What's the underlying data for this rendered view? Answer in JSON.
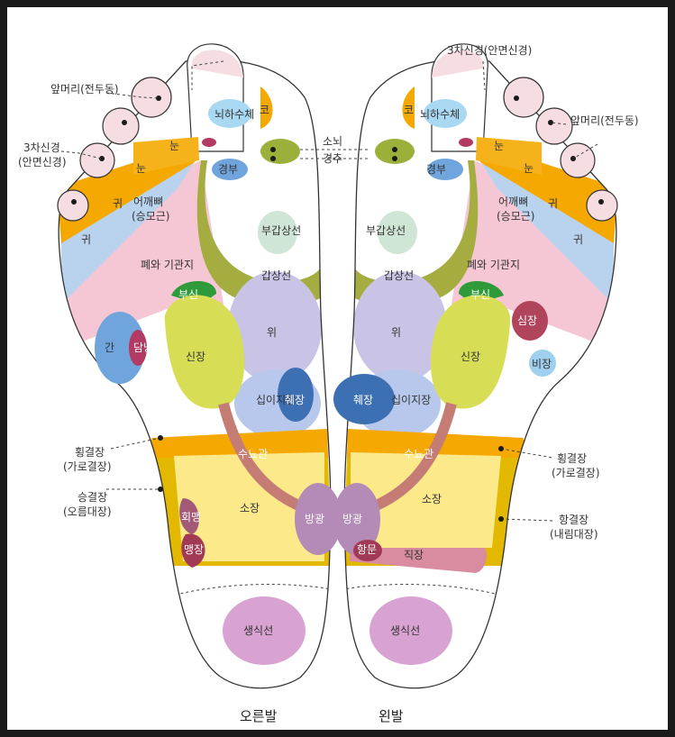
{
  "captions": {
    "right_foot": "오른발",
    "left_foot": "왼발"
  },
  "callouts": {
    "apmeori_left": "앞머리(전두동)",
    "samcha_left_1": "3차신경",
    "samcha_left_2": "(안면신경)",
    "samcha_right": "3차신경(안면신경)",
    "apmeori_right": "앞머리(전두동)",
    "sonoe": "소뇌",
    "gyeongchu": "경추",
    "hoenggyeol_left_1": "횡결장",
    "hoenggyeol_left_2": "(가로결장)",
    "seunggyeol_1": "승결장",
    "seunggyeol_2": "(오름대장)",
    "hoenggyeol_right_1": "횡결장",
    "hoenggyeol_right_2": "(가로결장)",
    "hanggyeol_1": "항결장",
    "hanggyeol_2": "(내림대장)"
  },
  "zones": {
    "nwahasuche": "뇌하수체",
    "ko": "코",
    "nun": "눈",
    "gwi": "귀",
    "eokkae_1": "어깨뼈",
    "eokkae_2": "(승모근)",
    "pye": "폐와 기관지",
    "gyeongbu": "경부",
    "bugapsangseon": "부갑상선",
    "gapsangseon": "갑상선",
    "busin": "부신",
    "wi": "위",
    "gan": "간",
    "dam": "담낭",
    "sinjang": "신장",
    "sibijijang": "십이지장",
    "chwejang": "췌장",
    "sunyogwan": "수뇨관",
    "sojang": "소장",
    "banggwang": "방광",
    "hoemaek": "회맹",
    "maengjang": "맹장",
    "simjang": "심장",
    "bijang": "비장",
    "hangmun": "항문",
    "jikjang": "직장",
    "saengsikseon": "생식선"
  },
  "colors": {
    "toe_pink": "#f6dde2",
    "sinus_dot": "#1a1a1a",
    "ear_orange": "#f5a800",
    "eye_orange": "#f5b21b",
    "shoulder_blue": "#b9d3ef",
    "lung_pink": "#f5c6d3",
    "pituitary_lightblue": "#a9d8f3",
    "nose_orange": "#f5a800",
    "cerebellum_olive": "#9ab03a",
    "thyroid_olive": "#a6ad40",
    "neck_blue": "#6fa4dc",
    "parathyroid_mint": "#cfe5d6",
    "adrenal_green": "#2e9a3a",
    "kidney_yellowgreen": "#d7de55",
    "stomach_lavender": "#c9c3e6",
    "duodenum_lightblue": "#b7c8ec",
    "pancreas_blue": "#3d6fb3",
    "liver_blue": "#6fa4dc",
    "gallbladder_maroon": "#b23a63",
    "colon_orange": "#f5a800",
    "colon_gold": "#e2b800",
    "intestine_yellow": "#fbe98a",
    "ureter_brown": "#c47c74",
    "bladder_mauve": "#b48ab7",
    "appendix_maroon": "#a33a55",
    "heart_maroon": "#b0445a",
    "spleen_lightblue": "#9fd0ef",
    "rectum_pink": "#d98ca0",
    "gonad_purple": "#d8a2d3"
  }
}
